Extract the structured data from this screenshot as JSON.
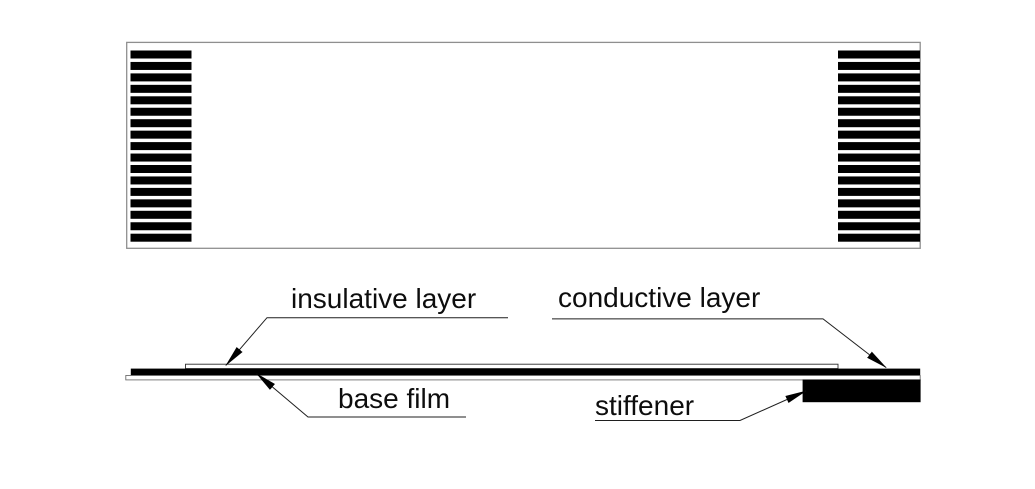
{
  "colors": {
    "ink": "#000000",
    "border_gray": "#8f8f8f",
    "thin_outline": "#3a3a3a",
    "background": "#ffffff"
  },
  "top_view": {
    "contacts_per_side": 17
  },
  "side_view": {
    "labels": {
      "insulative_layer": "insulative layer",
      "conductive_layer": "conductive layer",
      "base_film": "base film",
      "stiffener": "stiffener"
    }
  }
}
